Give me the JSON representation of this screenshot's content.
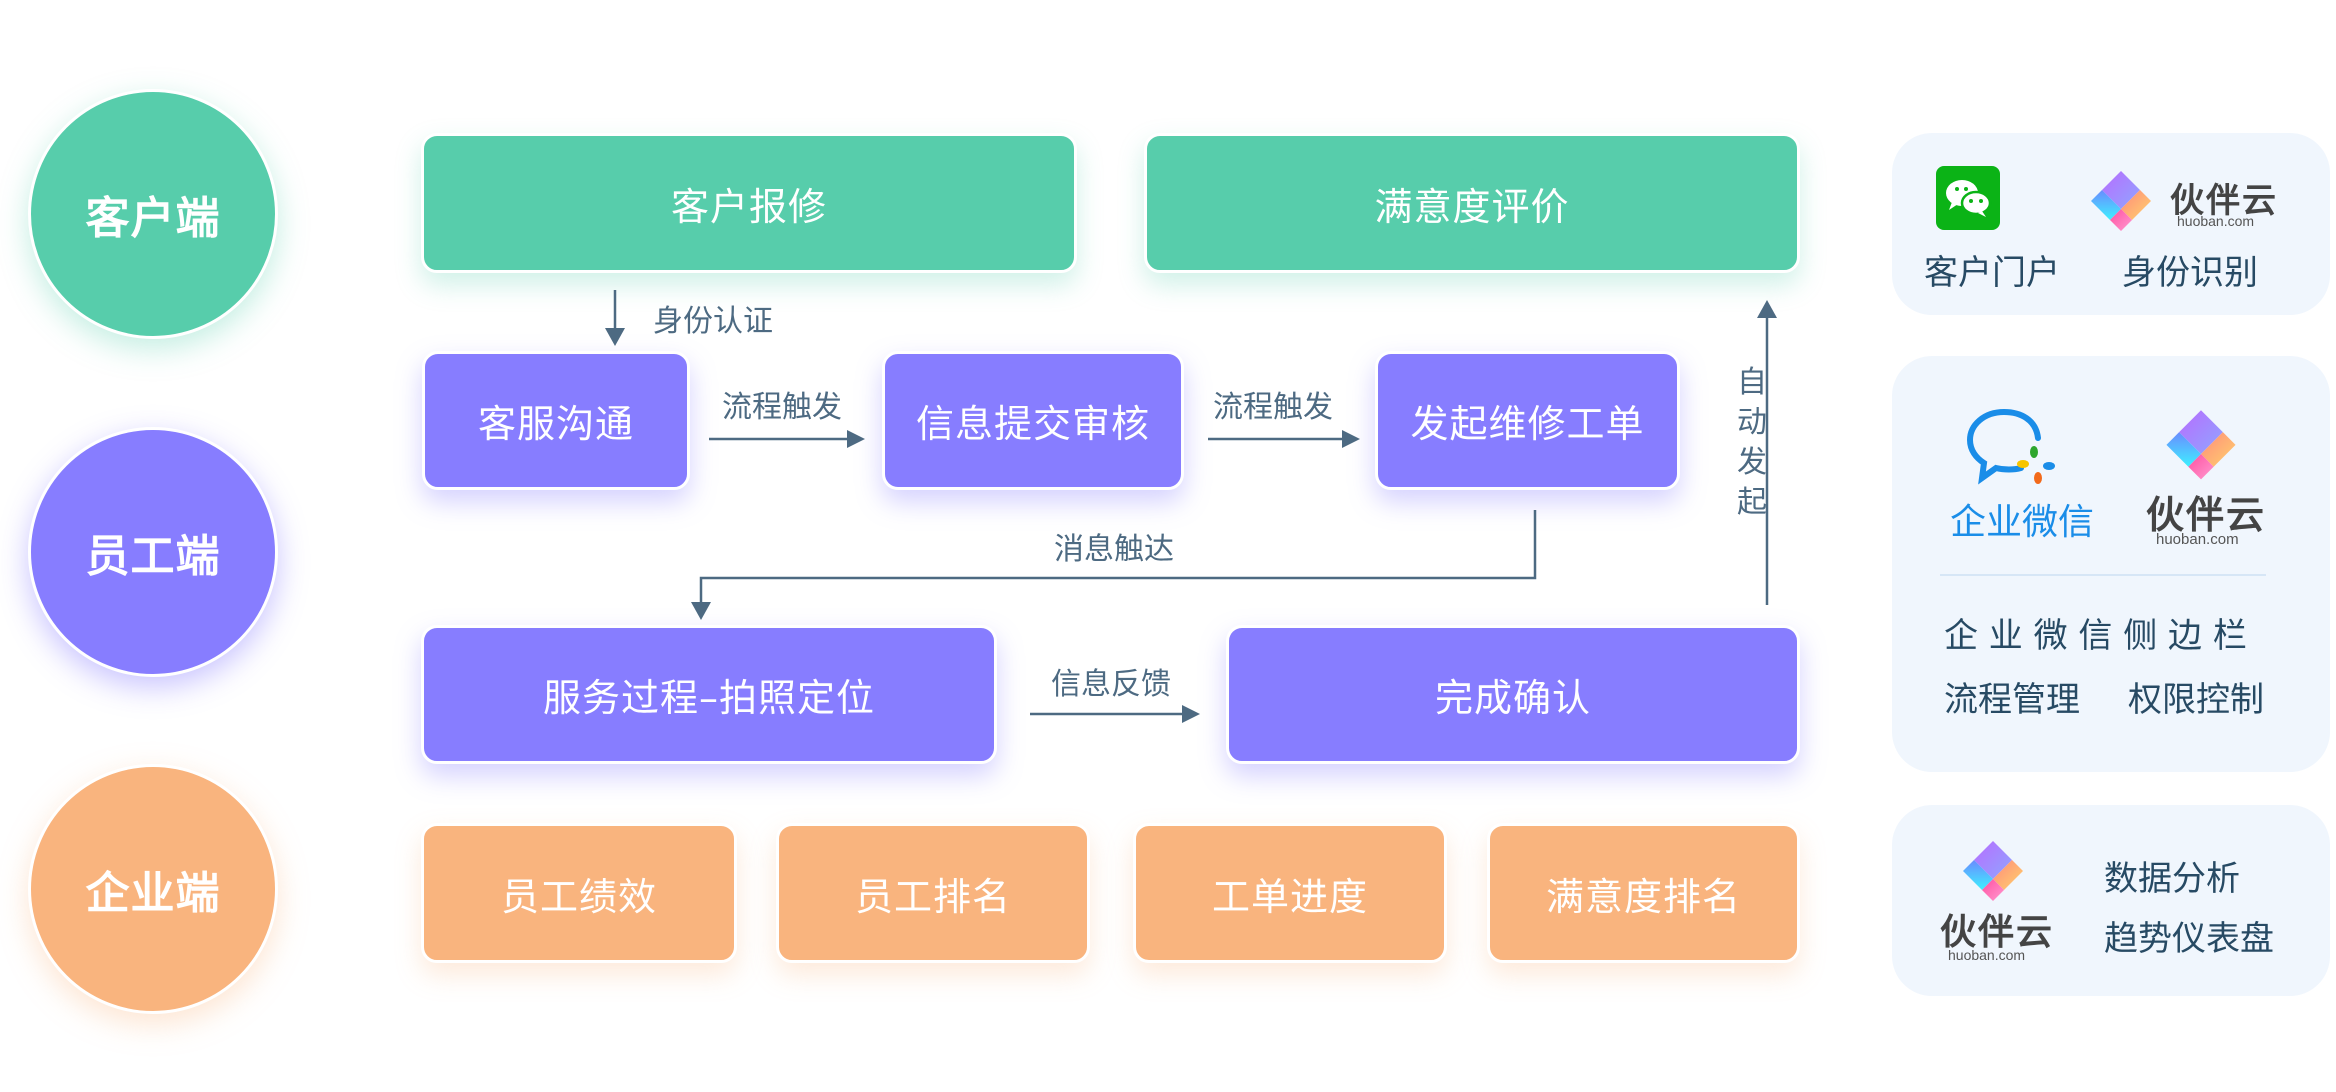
{
  "roles": [
    {
      "label": "客户端",
      "color": "#57cdab"
    },
    {
      "label": "员工端",
      "color": "#877dff"
    },
    {
      "label": "企业端",
      "color": "#f9b47e"
    }
  ],
  "customer_row": {
    "boxes": [
      "客户报修",
      "满意度评价"
    ]
  },
  "employee_row_1": {
    "boxes": [
      "客服沟通",
      "信息提交审核",
      "发起维修工单"
    ]
  },
  "employee_row_2": {
    "boxes": [
      "服务过程–拍照定位",
      "完成确认"
    ]
  },
  "enterprise_row": {
    "boxes": [
      "员工绩效",
      "员工排名",
      "工单进度",
      "满意度排名"
    ]
  },
  "connectors": {
    "identity_auth": "身份认证",
    "process_trigger_1": "流程触发",
    "process_trigger_2": "流程触发",
    "message_reach": "消息触达",
    "info_feedback": "信息反馈",
    "auto_launch": [
      "自",
      "动",
      "发",
      "起"
    ]
  },
  "panels": {
    "customer": {
      "logos": [
        "wechat-logo",
        "huoban-logo"
      ],
      "huoban_name": "伙伴云",
      "huoban_domain": "huoban.com",
      "labels": [
        "客户门户",
        "身份识别"
      ]
    },
    "employee": {
      "wxwork_name": "企业微信",
      "huoban_name": "伙伴云",
      "huoban_domain": "huoban.com",
      "title": "企 业 微 信 侧 边 栏",
      "labels": [
        "流程管理",
        "权限控制"
      ]
    },
    "enterprise": {
      "huoban_name": "伙伴云",
      "huoban_domain": "huoban.com",
      "labels": [
        "数据分析",
        "趋势仪表盘"
      ]
    }
  },
  "colors": {
    "connector": "#4d6a82",
    "panel_bg": "#f0f6fd",
    "wechat_green": "#0bb316",
    "wxwork_blue": "#1a8de8"
  }
}
